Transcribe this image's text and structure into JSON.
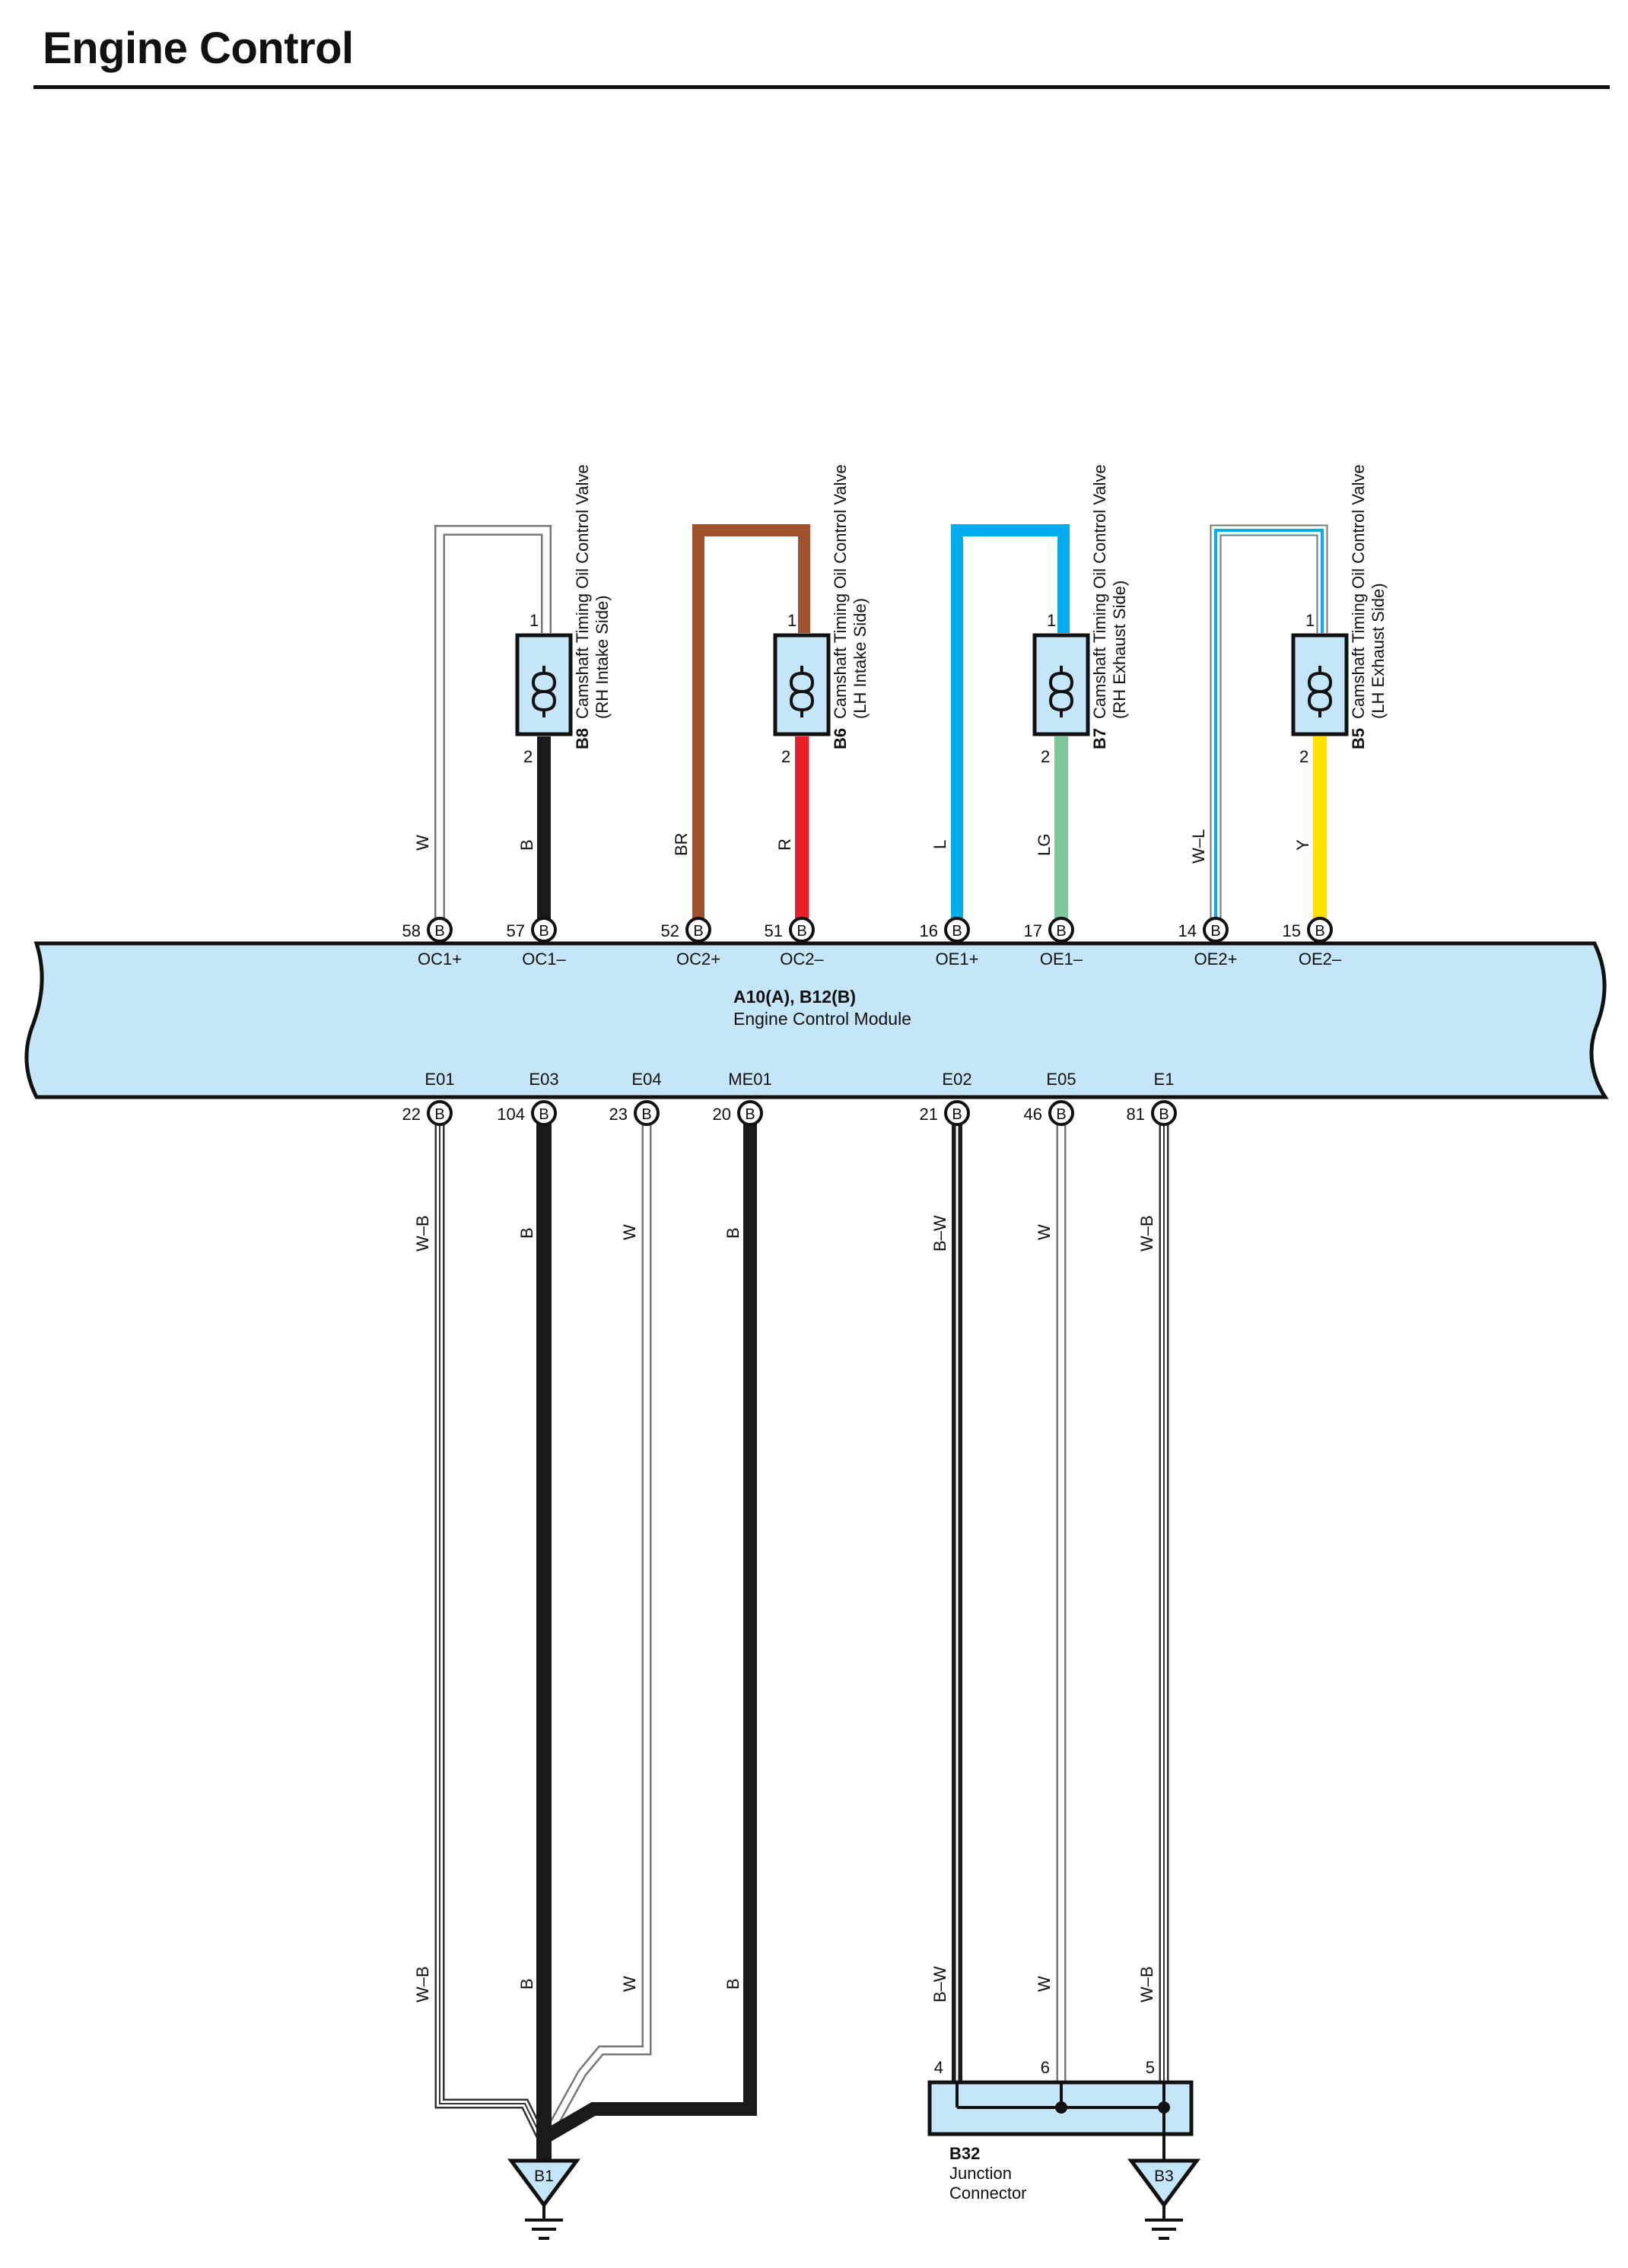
{
  "page": {
    "title": "Engine Control"
  },
  "ecm": {
    "ref": "A10(A), B12(B)",
    "name": "Engine Control Module"
  },
  "connector_letter": "B",
  "valves": [
    {
      "ref": "B8",
      "line1": "Camshaft Timing Oil Control Valve",
      "line2": "(RH Intake Side)",
      "pin_top": "1",
      "pin_bottom": "2",
      "wire_top": "W",
      "wire_bottom": "B"
    },
    {
      "ref": "B6",
      "line1": "Camshaft Timing Oil Control Valve",
      "line2": "(LH Intake Side)",
      "pin_top": "1",
      "pin_bottom": "2",
      "wire_top": "BR",
      "wire_bottom": "R"
    },
    {
      "ref": "B7",
      "line1": "Camshaft Timing Oil Control Valve",
      "line2": "(RH Exhaust Side)",
      "pin_top": "1",
      "pin_bottom": "2",
      "wire_top": "L",
      "wire_bottom": "LG"
    },
    {
      "ref": "B5",
      "line1": "Camshaft Timing Oil Control Valve",
      "line2": "(LH Exhaust Side)",
      "pin_top": "1",
      "pin_bottom": "2",
      "wire_top": "W–L",
      "wire_bottom": "Y"
    }
  ],
  "top_terminals": [
    {
      "pin": "58",
      "name": "OC1+"
    },
    {
      "pin": "57",
      "name": "OC1–"
    },
    {
      "pin": "52",
      "name": "OC2+"
    },
    {
      "pin": "51",
      "name": "OC2–"
    },
    {
      "pin": "16",
      "name": "OE1+"
    },
    {
      "pin": "17",
      "name": "OE1–"
    },
    {
      "pin": "14",
      "name": "OE2+"
    },
    {
      "pin": "15",
      "name": "OE2–"
    }
  ],
  "bottom_terminals": [
    {
      "pin": "22",
      "name": "E01",
      "wire": "W–B"
    },
    {
      "pin": "104",
      "name": "E03",
      "wire": "B"
    },
    {
      "pin": "23",
      "name": "E04",
      "wire": "W"
    },
    {
      "pin": "20",
      "name": "ME01",
      "wire": "B"
    },
    {
      "pin": "21",
      "name": "E02",
      "wire": "B–W"
    },
    {
      "pin": "46",
      "name": "E05",
      "wire": "W"
    },
    {
      "pin": "81",
      "name": "E1",
      "wire": "W–B"
    }
  ],
  "junction": {
    "ref": "B32",
    "line1": "Junction",
    "line2": "Connector",
    "pins": [
      "4",
      "6",
      "5"
    ]
  },
  "grounds": [
    {
      "ref": "B1"
    },
    {
      "ref": "B3"
    }
  ],
  "colors": {
    "module_fill": "#c5e6f8",
    "black": "#1a1a1a",
    "brown": "#a0522d",
    "red": "#e8202a",
    "blue": "#00aeef",
    "light_green": "#7fc89a",
    "yellow": "#ffe000",
    "white_wire_outline": "#777777",
    "w_l_stripe": "#00aeef"
  }
}
